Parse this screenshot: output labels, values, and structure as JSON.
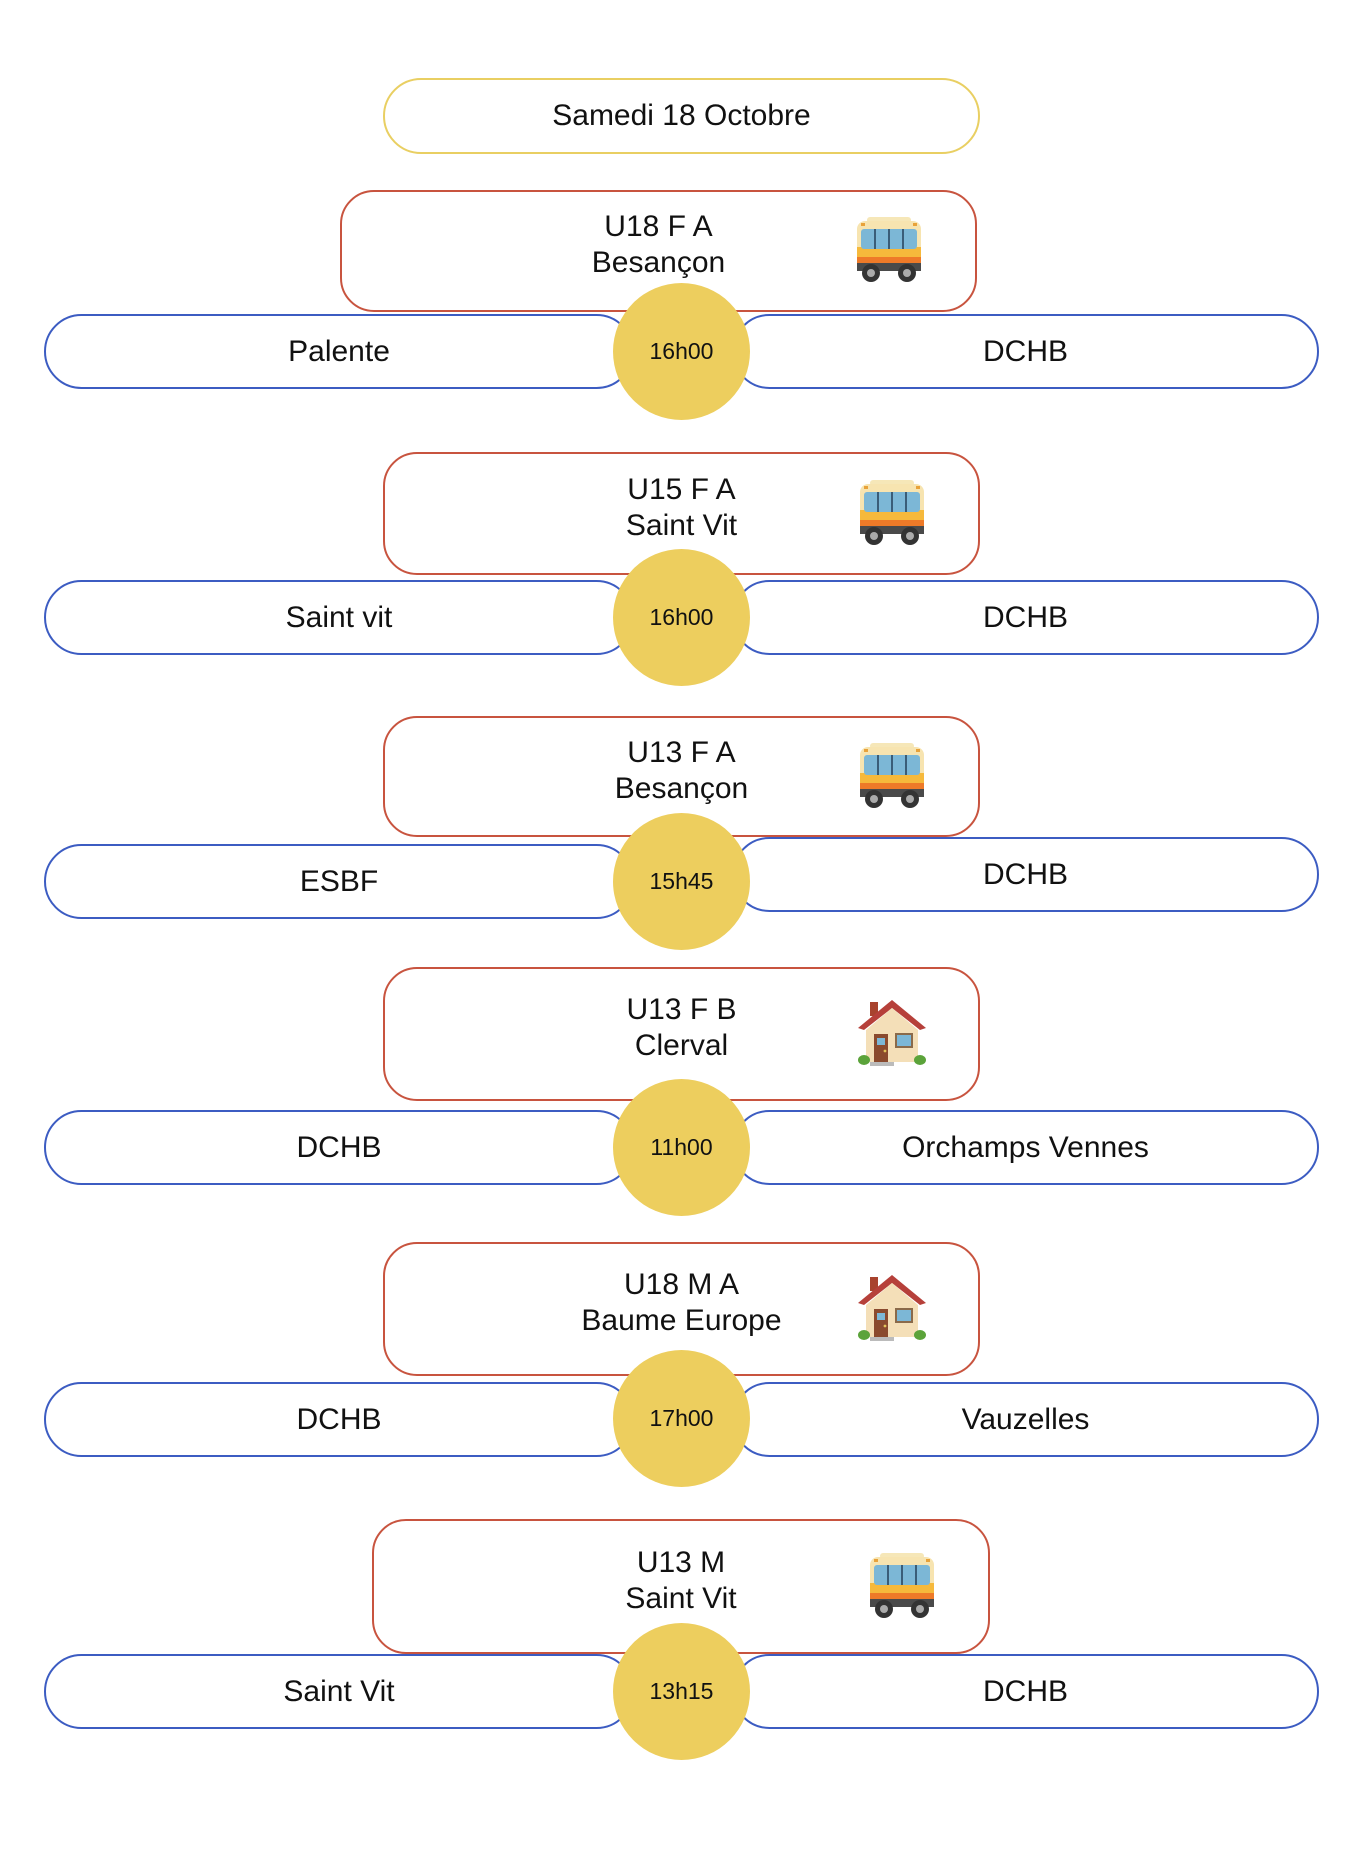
{
  "header": {
    "date": "Samedi 18 Octobre"
  },
  "colors": {
    "date_border": "#E9CF62",
    "team_border": "#C8543F",
    "match_border": "#3C5CC2",
    "time_fill": "#EDCE5E"
  },
  "matches": [
    {
      "team": "U18 F A",
      "venue": "Besançon",
      "travel_icon": "bus-icon",
      "home": "Palente",
      "away": "DCHB",
      "time": "16h00"
    },
    {
      "team": "U15 F A",
      "venue": "Saint Vit",
      "travel_icon": "bus-icon",
      "home": "Saint vit",
      "away": "DCHB",
      "time": "16h00"
    },
    {
      "team": "U13 F A",
      "venue": "Besançon",
      "travel_icon": "bus-icon",
      "home": "ESBF",
      "away": "DCHB",
      "time": "15h45"
    },
    {
      "team": "U13 F B",
      "venue": "Clerval",
      "travel_icon": "house-icon",
      "home": "DCHB",
      "away": "Orchamps Vennes",
      "time": "11h00"
    },
    {
      "team": "U18 M A",
      "venue": "Baume Europe",
      "travel_icon": "house-icon",
      "home": "DCHB",
      "away": "Vauzelles",
      "time": "17h00"
    },
    {
      "team": "U13 M",
      "venue": "Saint Vit",
      "travel_icon": "bus-icon",
      "home": "Saint Vit",
      "away": "DCHB",
      "time": "13h15"
    }
  ]
}
